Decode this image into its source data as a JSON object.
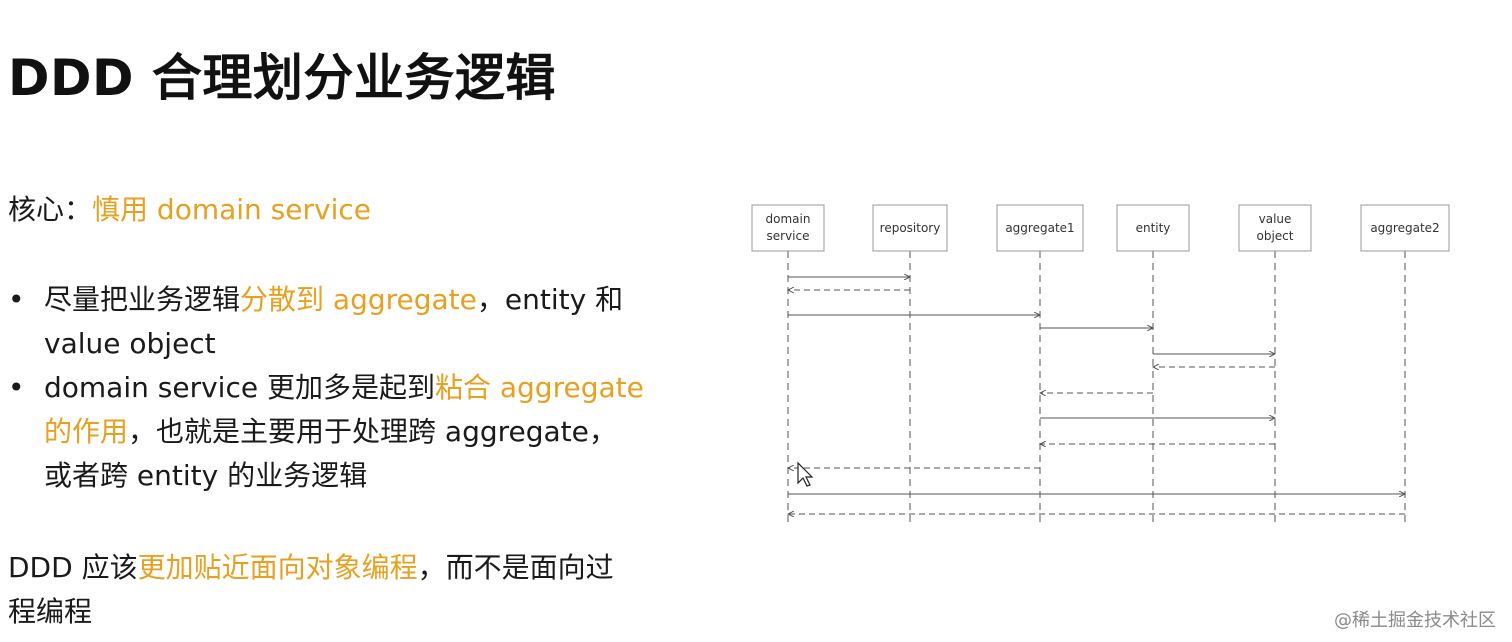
{
  "title": "DDD 合理划分业务逻辑",
  "core": {
    "label": "核心：",
    "highlight": "慎用 domain service"
  },
  "bullets": [
    {
      "parts": [
        {
          "text": "尽量把业务逻辑",
          "hl": false
        },
        {
          "text": "分散到 aggregate",
          "hl": true
        },
        {
          "text": "，entity 和 value object",
          "hl": false
        }
      ],
      "lines": [
        [
          {
            "text": "尽量把业务逻辑",
            "hl": false
          },
          {
            "text": "分散到 aggregate",
            "hl": true
          },
          {
            "text": "，entity 和",
            "hl": false
          }
        ],
        [
          {
            "text": "value object",
            "hl": false
          }
        ]
      ]
    },
    {
      "lines": [
        [
          {
            "text": "domain service 更加多是起到",
            "hl": false
          },
          {
            "text": "粘合 aggregate",
            "hl": true
          }
        ],
        [
          {
            "text": "的作用",
            "hl": true
          },
          {
            "text": "，也就是主要用于处理跨 aggregate，",
            "hl": false
          }
        ],
        [
          {
            "text": "或者跨 entity 的业务逻辑",
            "hl": false
          }
        ]
      ]
    }
  ],
  "footer": {
    "line1_prefix": "DDD  应该",
    "line1_highlight": "更加贴近面向对象编程",
    "line1_suffix": "，而不是面向过",
    "line2": "程编程"
  },
  "watermark": "@稀土掘金技术社区",
  "diagram": {
    "participants": [
      {
        "id": "ds",
        "lines": [
          "domain",
          "service"
        ]
      },
      {
        "id": "repo",
        "lines": [
          "repository"
        ]
      },
      {
        "id": "agg1",
        "lines": [
          "aggregate1"
        ]
      },
      {
        "id": "ent",
        "lines": [
          "entity"
        ]
      },
      {
        "id": "vo",
        "lines": [
          "value",
          "object"
        ]
      },
      {
        "id": "agg2",
        "lines": [
          "aggregate2"
        ]
      }
    ],
    "messages": [
      {
        "from": "ds",
        "to": "repo",
        "style": "solid"
      },
      {
        "from": "repo",
        "to": "ds",
        "style": "dashed"
      },
      {
        "from": "ds",
        "to": "agg1",
        "style": "solid"
      },
      {
        "from": "agg1",
        "to": "ent",
        "style": "solid"
      },
      {
        "from": "ent",
        "to": "vo",
        "style": "solid"
      },
      {
        "from": "vo",
        "to": "ent",
        "style": "dashed"
      },
      {
        "from": "ent",
        "to": "agg1",
        "style": "dashed"
      },
      {
        "from": "agg1",
        "to": "vo",
        "style": "solid"
      },
      {
        "from": "vo",
        "to": "agg1",
        "style": "dashed"
      },
      {
        "from": "agg1",
        "to": "ds",
        "style": "dashed"
      },
      {
        "from": "ds",
        "to": "agg2",
        "style": "solid"
      },
      {
        "from": "agg2",
        "to": "ds",
        "style": "dashed"
      }
    ],
    "colors": {
      "line": "#555555",
      "box_border": "#9a9a9a",
      "highlight": "#e8a020"
    }
  }
}
